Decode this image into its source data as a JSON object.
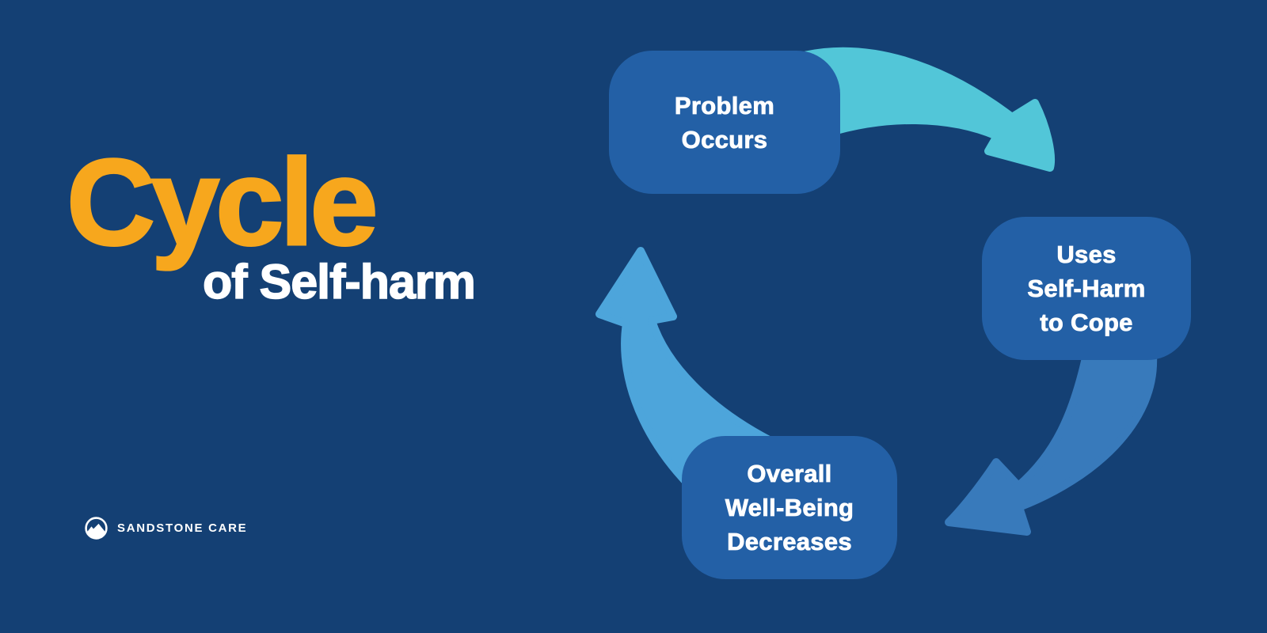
{
  "title": {
    "accent": "Cycle",
    "subtitle": "of Self-harm"
  },
  "cycle": {
    "steps": [
      {
        "id": "problem-occurs",
        "lines": [
          "Problem",
          "Occurs"
        ]
      },
      {
        "id": "uses-self-harm-to-cope",
        "lines": [
          "Uses",
          "Self-Harm",
          "to Cope"
        ]
      },
      {
        "id": "overall-well-being-decreases",
        "lines": [
          "Overall",
          "Well-Being",
          "Decreases"
        ]
      }
    ],
    "arrows": [
      {
        "id": "problem-to-cope",
        "from": "Problem Occurs",
        "to": "Uses Self-Harm to Cope"
      },
      {
        "id": "cope-to-wellbeing",
        "from": "Uses Self-Harm to Cope",
        "to": "Overall Well-Being Decreases"
      },
      {
        "id": "wellbeing-to-problem",
        "from": "Overall Well-Being Decreases",
        "to": "Problem Occurs"
      }
    ]
  },
  "logo": {
    "text": "SANDSTONE CARE",
    "icon": "mountain-in-circle"
  },
  "colors": {
    "background": "#144074",
    "box_fill": "#2360A6",
    "arrow_teal": "#52C6D8",
    "arrow_blue": "#387ABB",
    "arrow_light_blue": "#4DA5DB",
    "accent_orange": "#F7A71D",
    "text_white": "#FFFFFF"
  }
}
